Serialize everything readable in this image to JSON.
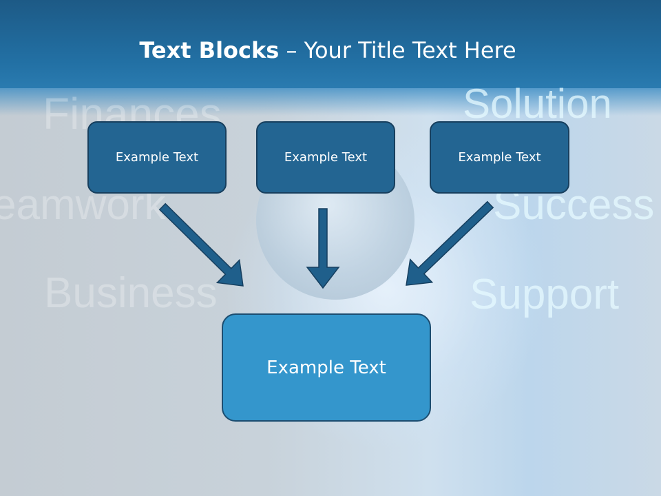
{
  "title": {
    "bold": "Text Blocks",
    "rest": " – Your Title Text Here"
  },
  "background_words": [
    "Finances",
    "Solution",
    "Teamwork",
    "Success",
    "Business",
    "Support"
  ],
  "boxes": {
    "top": [
      "Example Text",
      "Example Text",
      "Example Text"
    ],
    "bottom": "Example Text"
  },
  "colors": {
    "header": "#2270a4",
    "box": "#236592",
    "box_bottom": "#3496cc",
    "arrow": "#1f5f8b"
  }
}
